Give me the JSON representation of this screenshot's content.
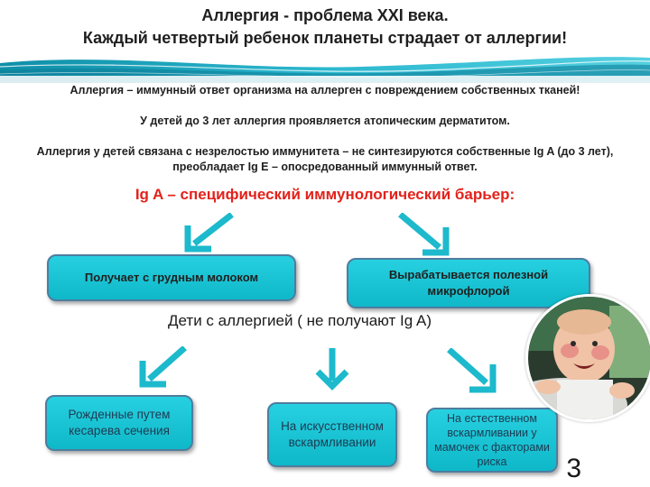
{
  "header": {
    "title_line1": "Аллергия - проблема XXI века.",
    "title_line2": "Каждый четвертый ребенок планеты страдает от аллергии!"
  },
  "intro": {
    "p1": "Аллергия – иммунный ответ организма на аллерген с повреждением собственных тканей!",
    "p2": "У детей до 3 лет аллергия проявляется атопическим дерматитом.",
    "p3": "Аллергия у детей связана с незрелостью иммунитета – не синтезируются собственные Ig A (до 3 лет), преобладает Ig E – опосредованный иммунный ответ."
  },
  "barrier": "Ig A – специфический иммунологический барьер:",
  "sources": {
    "breast_milk": "Получает с грудным молоком",
    "microflora": "Вырабатывается полезной микрофлорой"
  },
  "allergy_kids": "Дети с аллергией ( не получают Ig A)",
  "groups": {
    "cesarean": "Рожденные путем кесарева сечения",
    "artificial": "На искусственном вскармливании",
    "natural": "На естественном вскармливании у мамочек с факторами риска"
  },
  "page_number": "3",
  "colors": {
    "box_fill": "#1cc4d4",
    "box_border": "#4e7d9f",
    "arrow": "#1db9cc",
    "accent_red": "#e3221b"
  }
}
